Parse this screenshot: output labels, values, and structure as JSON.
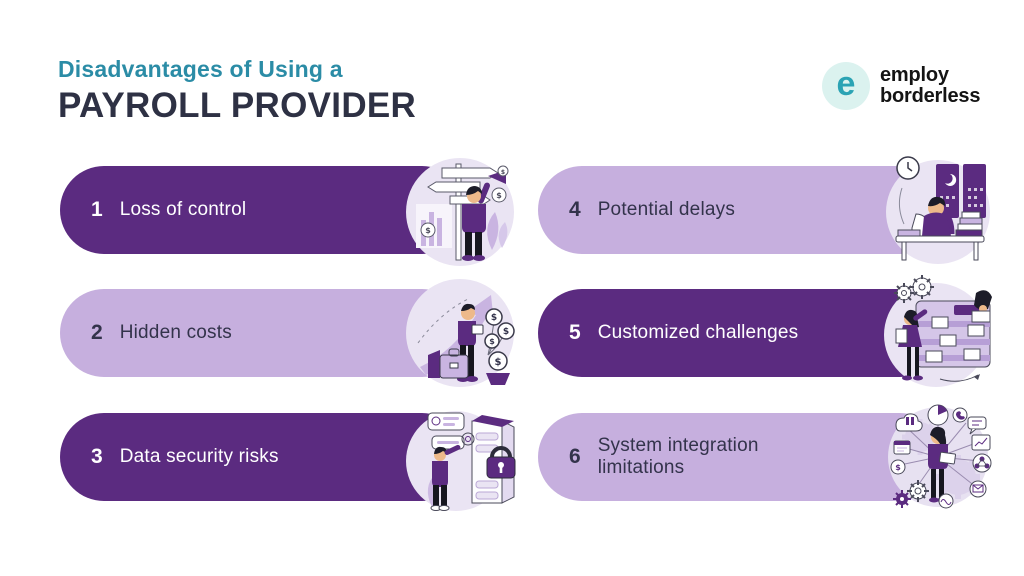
{
  "header": {
    "subtitle": "Disadvantages of Using a",
    "title": "PAYROLL PROVIDER"
  },
  "logo": {
    "icon": "employ-borderless-e-icon",
    "line1": "employ",
    "line2": "borderless"
  },
  "theme": {
    "subtitle_teal": "#2B8CA6",
    "title_navy": "#2E3144",
    "dark_purple": "#5B2B80",
    "light_purple": "#C6AFDE",
    "illustration_bg": "#EAE4F3",
    "dark_text": "#33334B",
    "light_text": "#FFFFFF",
    "logo_teal": "#2BA3B4",
    "logo_circle": "#DBF2EF"
  },
  "items": [
    {
      "number": "1",
      "label": "Loss of control",
      "variant": "dark",
      "illustration": "signpost-directions"
    },
    {
      "number": "2",
      "label": "Hidden costs",
      "variant": "light",
      "illustration": "money-growth-coins"
    },
    {
      "number": "3",
      "label": "Data security risks",
      "variant": "dark",
      "illustration": "server-padlock"
    },
    {
      "number": "4",
      "label": "Potential delays",
      "variant": "light",
      "illustration": "working-late-desk"
    },
    {
      "number": "5",
      "label": "Customized challenges",
      "variant": "dark",
      "illustration": "task-board-gears"
    },
    {
      "number": "6",
      "label": "System integration limitations",
      "variant": "light",
      "illustration": "integrations-network"
    }
  ]
}
